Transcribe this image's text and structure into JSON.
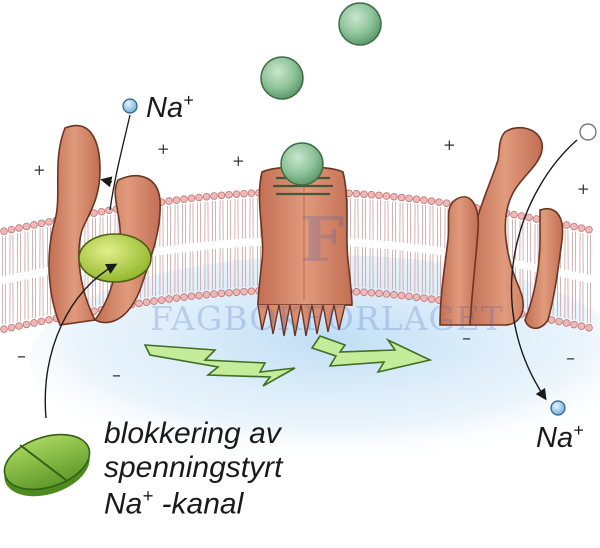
{
  "labels": {
    "na_top": {
      "base": "Na",
      "charge": "+"
    },
    "na_bottom": {
      "base": "Na",
      "charge": "+"
    },
    "caption": {
      "line1": "blokkering av",
      "line2": "spenningstyrt",
      "line3_base": "Na",
      "line3_charge": "+",
      "line3_rest": " -kanal"
    }
  },
  "signs": {
    "positive": "+",
    "negative": "–"
  },
  "watermark": {
    "text": "FAGBOKFORLAGET",
    "letter": "F"
  },
  "colors": {
    "channel_protein": "#d98b6e",
    "channel_outline": "#5a2a1a",
    "membrane_head": "#f0b7b7",
    "membrane_tail": "#c9a0a0",
    "drug_green": "#7fb53a",
    "blocker_yellow_green": "#b7d23c",
    "ligand_ball": "#8fc49a",
    "sodium_ion": "#8cc6ea",
    "cytoplasm_glow": "#cfe6f7",
    "lightning": "#c5ec9b"
  },
  "icons": [
    "sodium-ion-icon",
    "ligand-ball-icon",
    "drug-tablet-icon",
    "lightning-bolt-icon"
  ]
}
